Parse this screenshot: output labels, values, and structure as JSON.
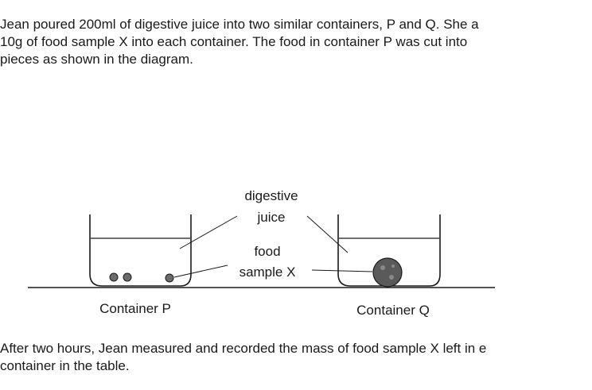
{
  "intro": {
    "lines": [
      "Jean poured 200ml of digestive juice into two similar containers, P and Q. She a",
      "10g of food sample X into each container. The food in container P was cut into",
      "pieces as shown in the diagram."
    ]
  },
  "diagram": {
    "labels": {
      "digestive": "digestive",
      "juice": "juice",
      "food": "food",
      "sample_x": "sample X"
    },
    "containers": {
      "p": "Container P",
      "q": "Container Q"
    }
  },
  "after": {
    "lines": [
      "After two hours, Jean measured and recorded the mass of food sample X left in e",
      "container in the table."
    ]
  }
}
